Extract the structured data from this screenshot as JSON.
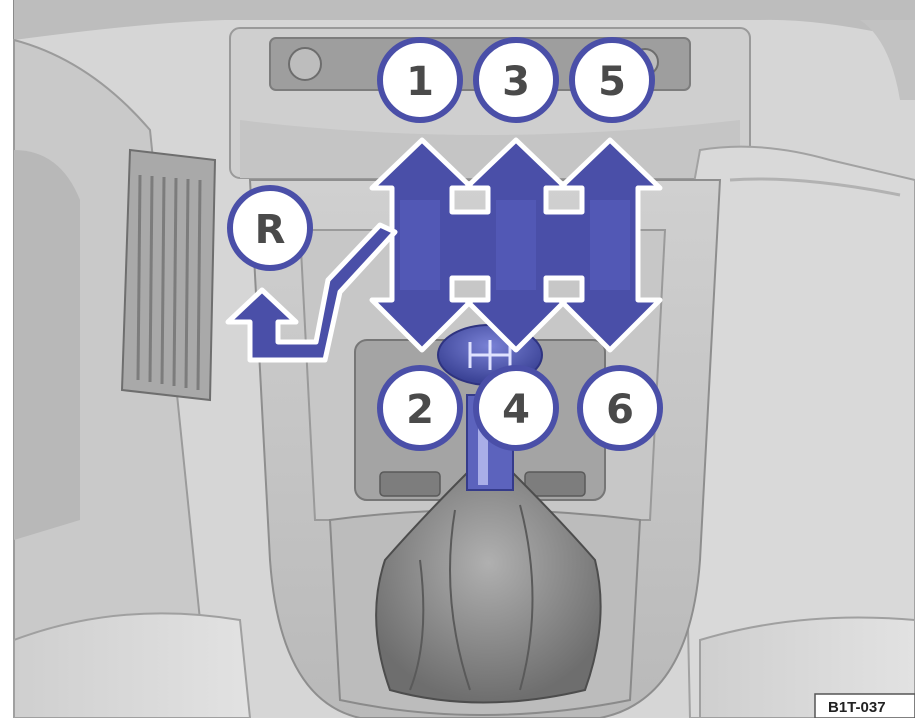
{
  "gears": {
    "g1": "1",
    "g3": "3",
    "g5": "5",
    "g2": "2",
    "g4": "4",
    "g6": "6",
    "reverse": "R"
  },
  "figure_code": "B1T-037",
  "colors": {
    "arrow_fill": "#4a4fa8",
    "arrow_edge": "#3a3f95",
    "circle_stroke": "#4a4fa8",
    "interior_light": "#dcdcdc",
    "interior_mid": "#c4c4c4",
    "interior_dark": "#8e8e8e"
  },
  "icons": [
    "gear-shift-pattern-icon",
    "gear-knob-icon",
    "shift-boot-icon"
  ]
}
